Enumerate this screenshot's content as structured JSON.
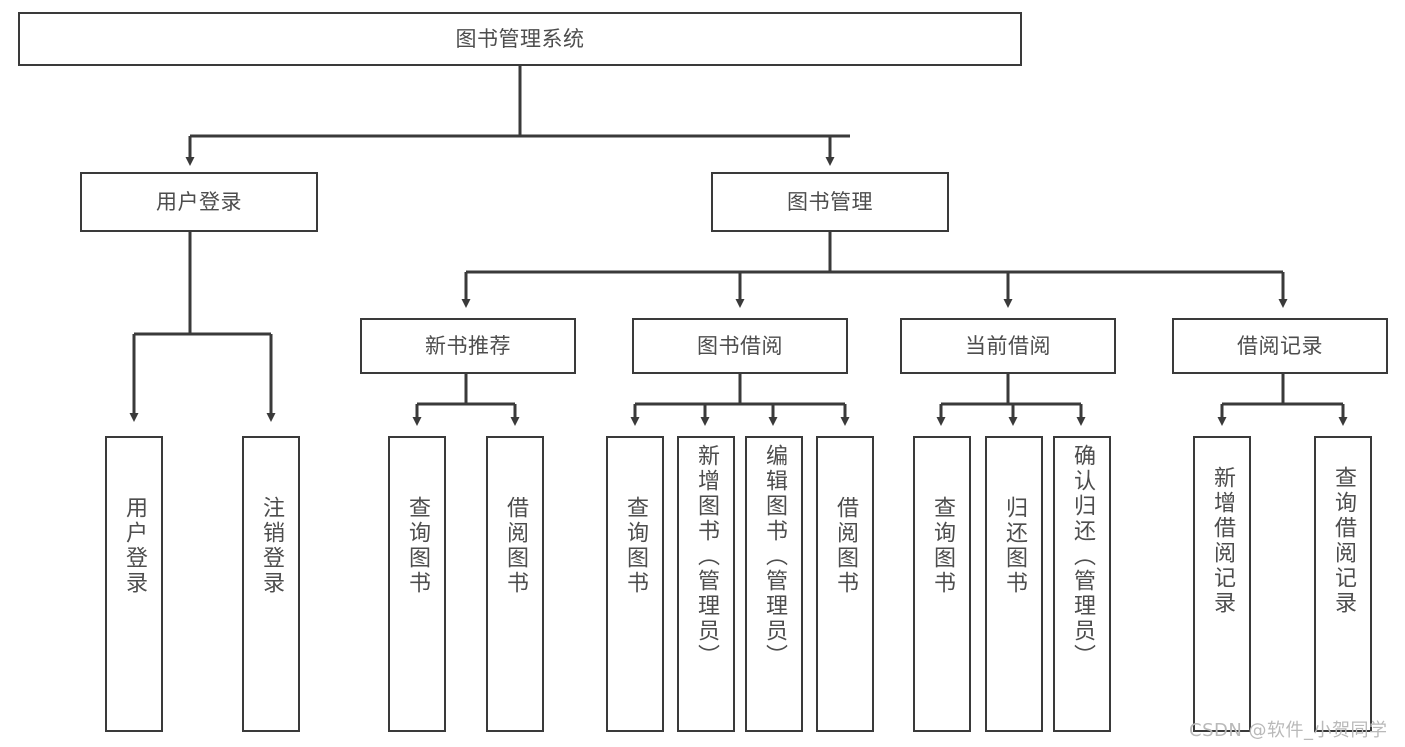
{
  "diagram": {
    "type": "hierarchy-tree",
    "title": "图书管理系统",
    "watermark": "CSDN @软件_小贺同学",
    "colors": {
      "box_border": "#3a3a3a",
      "box_fill": "#ffffff",
      "text": "#4d4d4d",
      "edge": "#3a3a3a",
      "watermark": "#b9b9b9",
      "background": "#ffffff"
    },
    "nodes": {
      "root": {
        "label": "图书管理系统",
        "orientation": "horizontal"
      },
      "level2": [
        {
          "label": "用户登录",
          "orientation": "horizontal"
        },
        {
          "label": "图书管理",
          "orientation": "horizontal"
        }
      ],
      "level3": [
        {
          "label": "新书推荐",
          "orientation": "horizontal"
        },
        {
          "label": "图书借阅",
          "orientation": "horizontal"
        },
        {
          "label": "当前借阅",
          "orientation": "horizontal"
        },
        {
          "label": "借阅记录",
          "orientation": "horizontal"
        }
      ],
      "leaves": [
        {
          "label": "用户登录",
          "orientation": "vertical",
          "parent": "用户登录"
        },
        {
          "label": "注销登录",
          "orientation": "vertical",
          "parent": "用户登录"
        },
        {
          "label": "查询图书",
          "orientation": "vertical",
          "parent": "新书推荐"
        },
        {
          "label": "借阅图书",
          "orientation": "vertical",
          "parent": "新书推荐"
        },
        {
          "label": "查询图书",
          "orientation": "vertical",
          "parent": "图书借阅"
        },
        {
          "label": "新增图书（管理员）",
          "orientation": "vertical",
          "parent": "图书借阅"
        },
        {
          "label": "编辑图书（管理员）",
          "orientation": "vertical",
          "parent": "图书借阅"
        },
        {
          "label": "借阅图书",
          "orientation": "vertical",
          "parent": "图书借阅"
        },
        {
          "label": "查询图书",
          "orientation": "vertical",
          "parent": "当前借阅"
        },
        {
          "label": "归还图书",
          "orientation": "vertical",
          "parent": "当前借阅"
        },
        {
          "label": "确认归还（管理员）",
          "orientation": "vertical",
          "parent": "当前借阅"
        },
        {
          "label": "新增借阅记录",
          "orientation": "vertical",
          "parent": "借阅记录"
        },
        {
          "label": "查询借阅记录",
          "orientation": "vertical",
          "parent": "借阅记录"
        }
      ]
    }
  }
}
